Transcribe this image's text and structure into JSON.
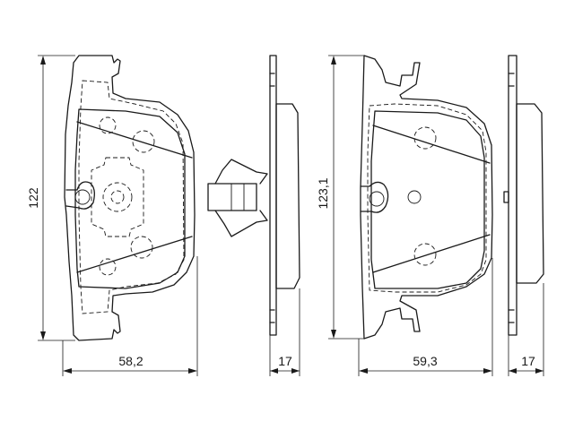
{
  "dimensions": {
    "pad1_height": "122",
    "pad1_width": "58,2",
    "pad1_thickness": "17",
    "pad2_height": "123,1",
    "pad2_width": "59,3",
    "pad2_thickness": "17"
  }
}
